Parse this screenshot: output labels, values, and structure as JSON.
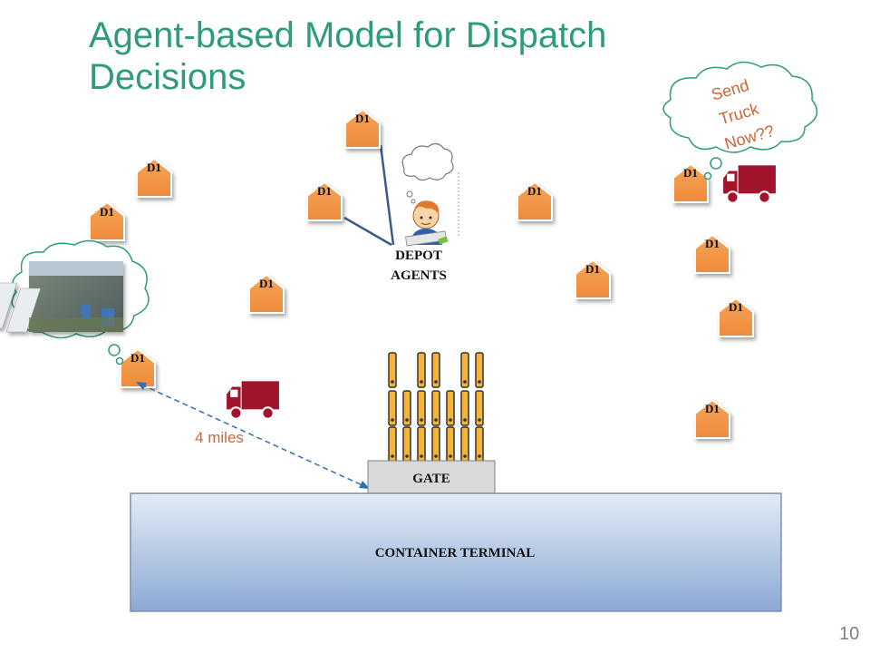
{
  "slide": {
    "title": "Agent-based Model for Dispatch Decisions",
    "page_number": "10"
  },
  "depot_label": "D1",
  "depots_count_note": "",
  "agents_label_line1": "DEPOT",
  "agents_label_line2": "AGENTS",
  "thought_bubble": {
    "line1": "Send",
    "line2": "Truck",
    "line3": "Now??"
  },
  "distance_label": "4 miles",
  "gate_label": "GATE",
  "terminal_label": "CONTAINER TERMINAL",
  "colors": {
    "title": "#2e9b7c",
    "depot_fill": "#f39a4a",
    "truck": "#a1142c",
    "bubble_text": "#d0643a",
    "terminal_top": "#dce7f3",
    "terminal_bottom": "#8eaad6",
    "line_blue": "#3b5a8a",
    "gate_fill": "#d9d9d9"
  },
  "icons": {
    "truck": "truck-icon",
    "depot": "depot-house-icon",
    "agent": "child-thinking-icon",
    "traffic_photo": "truck-queue-photo",
    "container": "container-icon"
  }
}
